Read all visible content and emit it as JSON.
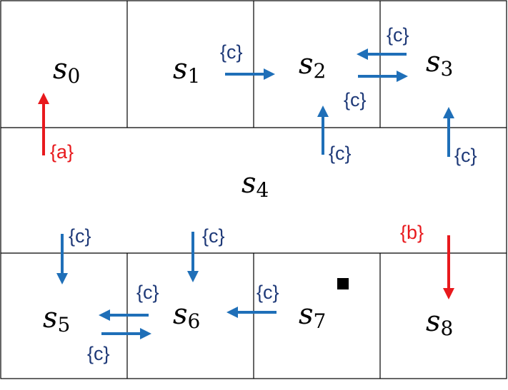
{
  "colors": {
    "grid": "#000000",
    "controllable": "#1f6fb8",
    "uncontrollable": "#e8191d",
    "label_controllable": "#1f3a78",
    "label_uncontrollable": "#e8191d"
  },
  "states": [
    {
      "id": "s0",
      "base": "s",
      "sub": "0"
    },
    {
      "id": "s1",
      "base": "s",
      "sub": "1"
    },
    {
      "id": "s2",
      "base": "s",
      "sub": "2"
    },
    {
      "id": "s3",
      "base": "s",
      "sub": "3"
    },
    {
      "id": "s4",
      "base": "s",
      "sub": "4"
    },
    {
      "id": "s5",
      "base": "s",
      "sub": "5"
    },
    {
      "id": "s6",
      "base": "s",
      "sub": "6"
    },
    {
      "id": "s7",
      "base": "s",
      "sub": "7"
    },
    {
      "id": "s8",
      "base": "s",
      "sub": "8"
    }
  ],
  "transitions": [
    {
      "id": "t-s4-s0",
      "from": "s4",
      "to": "s0",
      "label": "{a}",
      "kind": "uncontrollable"
    },
    {
      "id": "t-s1-s2",
      "from": "s1",
      "to": "s2",
      "label": "{c}",
      "kind": "controllable"
    },
    {
      "id": "t-s3-s2",
      "from": "s3",
      "to": "s2",
      "label": "{c}",
      "kind": "controllable"
    },
    {
      "id": "t-s2-s3",
      "from": "s2",
      "to": "s3",
      "label": "{c}",
      "kind": "controllable"
    },
    {
      "id": "t-s4-s2",
      "from": "s4",
      "to": "s2",
      "label": "{c}",
      "kind": "controllable"
    },
    {
      "id": "t-s4-s3",
      "from": "s4",
      "to": "s3",
      "label": "{c}",
      "kind": "controllable"
    },
    {
      "id": "t-s4-s5",
      "from": "s4",
      "to": "s5",
      "label": "{c}",
      "kind": "controllable"
    },
    {
      "id": "t-s4-s6",
      "from": "s4",
      "to": "s6",
      "label": "{c}",
      "kind": "controllable"
    },
    {
      "id": "t-s4-s8",
      "from": "s4",
      "to": "s8",
      "label": "{b}",
      "kind": "uncontrollable"
    },
    {
      "id": "t-s6-s5",
      "from": "s6",
      "to": "s5",
      "label": "{c}",
      "kind": "controllable"
    },
    {
      "id": "t-s5-s6",
      "from": "s5",
      "to": "s6",
      "label": "{c}",
      "kind": "controllable"
    },
    {
      "id": "t-s7-s6",
      "from": "s7",
      "to": "s6",
      "label": "{c}",
      "kind": "controllable"
    }
  ]
}
